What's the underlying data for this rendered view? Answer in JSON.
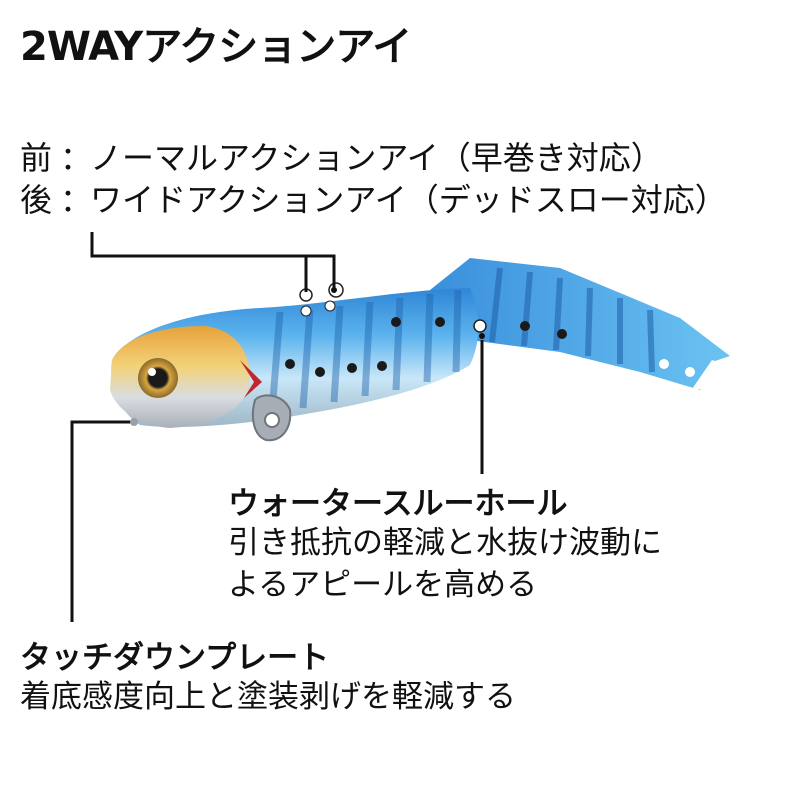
{
  "title": "2WAYアクションアイ",
  "eyes": {
    "front": {
      "key": "前",
      "sep": "：",
      "text": "ノーマルアクションアイ（早巻き対応）"
    },
    "back": {
      "key": "後",
      "sep": "：",
      "text": "ワイドアクションアイ（デッドスロー対応）"
    }
  },
  "water_through": {
    "heading": "ウォータースルーホール",
    "lines": [
      "引き抵抗の軽減と水抜け波動に",
      "よるアピールを高める"
    ]
  },
  "touchdown": {
    "heading": "タッチダウンプレート",
    "line": "着底感度向上と塗装剥げを軽減する"
  }
}
